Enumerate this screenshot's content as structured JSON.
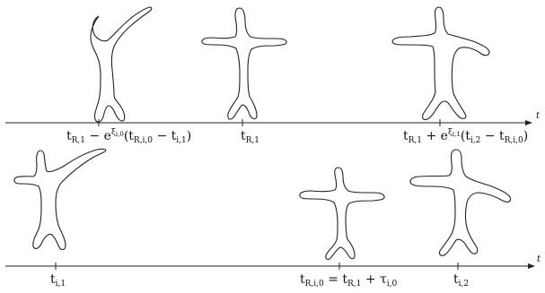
{
  "figure": {
    "stroke_color": "#222222",
    "top_timeline": {
      "axis_label": "t",
      "labels": {
        "left": {
          "base": "t",
          "base_sub": "R,1",
          "minus": " − e",
          "exp_base": "ξ",
          "exp_sub": "i,0",
          "paren": "(t",
          "sub2": "R,i,0",
          "mid": " − t",
          "sub3": "i,1",
          "close": ")"
        },
        "middle": {
          "base": "t",
          "base_sub": "R,1"
        },
        "right": {
          "base": "t",
          "base_sub": "R,1",
          "plus": " + e",
          "exp_base": "ξ",
          "exp_sub": "i,1",
          "paren": "(t",
          "sub2": "i,2",
          "mid": " − t",
          "sub3": "R,i,0",
          "close": ")"
        }
      }
    },
    "bottom_timeline": {
      "axis_label": "t",
      "labels": {
        "left": {
          "base": "t",
          "base_sub": "i,1"
        },
        "middle": {
          "base": "t",
          "base_sub": "R,i,0",
          "eq": " = t",
          "sub2": "R,1",
          "plus": " + τ",
          "sub3": "i,0"
        },
        "right": {
          "base": "t",
          "base_sub": "i,2"
        }
      }
    }
  }
}
